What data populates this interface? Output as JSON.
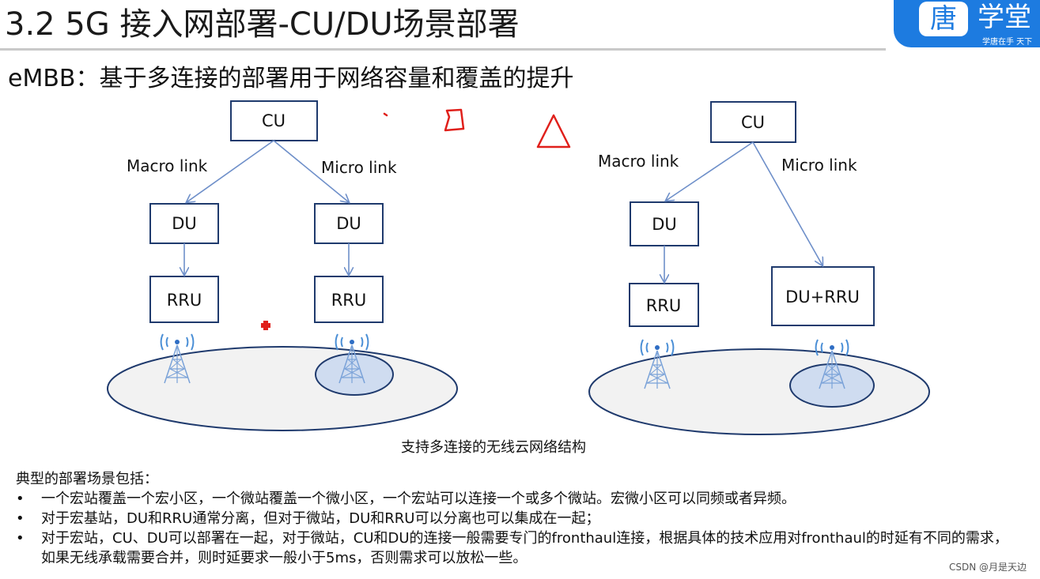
{
  "slide": {
    "title": "3.2 5G 接入网部署-CU/DU场景部署",
    "subtitle": "eMBB：基于多连接的部署用于网络容量和覆盖的提升"
  },
  "logo": {
    "mark": "唐",
    "text": "学堂",
    "slogan": "学唐在手 天下"
  },
  "diagram_left": {
    "cu": "CU",
    "macro_link": "Macro link",
    "micro_link": "Micro link",
    "du_macro": "DU",
    "du_micro": "DU",
    "rru_macro": "RRU",
    "rru_micro": "RRU"
  },
  "diagram_right": {
    "cu": "CU",
    "macro_link": "Macro link",
    "micro_link": "Micro link",
    "du_macro": "DU",
    "rru_macro": "RRU",
    "du_rru_micro": "DU+RRU"
  },
  "caption": "支持多连接的无线云网络结构",
  "notes": {
    "heading": "典型的部署场景包括：",
    "bullets": [
      "一个宏站覆盖一个宏小区，一个微站覆盖一个微小区，一个宏站可以连接一个或多个微站。宏微小区可以同频或者异频。",
      "对于宏基站，DU和RRU通常分离，但对于微站，DU和RRU可以分离也可以集成在一起；",
      "对于宏站，CU、DU可以部署在一起，对于微站，CU和DU的连接一般需要专门的fronthaul连接，根据具体的技术应用对fronthaul的时延有不同的需求，如果无线承载需要合并，则时延要求一般小于5ms，否则需求可以放松一些。"
    ]
  },
  "watermark": "CSDN @月是天边",
  "colors": {
    "box_border": "#1f3a6d",
    "arrow": "#6e8fc9",
    "cell_fill": "#f2f2f2",
    "small_cell_fill": "#cfdcf0",
    "annotation_red": "#e0201b",
    "brand_blue": "#1d7be0"
  },
  "icons": [
    "antenna-tower-icon",
    "pen-annotation-icon"
  ]
}
